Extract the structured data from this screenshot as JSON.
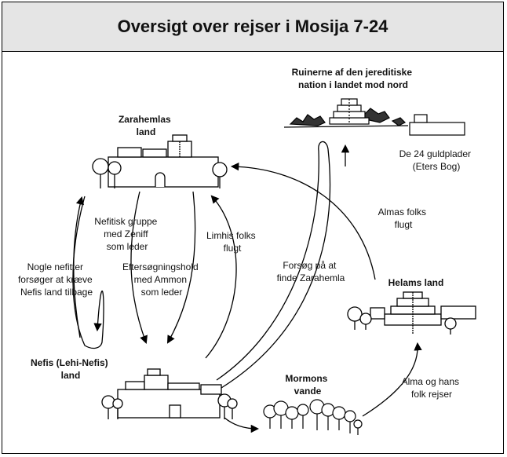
{
  "title": "Oversigt over rejser i Mosija 7-24",
  "places": {
    "ruins": [
      "Ruinerne af den jereditiske",
      "nation i landet mod nord"
    ],
    "zarahemla": [
      "Zarahemlas",
      "land"
    ],
    "nephi": [
      "Nefis (Lehi-Nefis)",
      "land"
    ],
    "helam": [
      "Helams land"
    ],
    "mormon": [
      "Mormons",
      "vande"
    ]
  },
  "journeys": {
    "zeniff": [
      "Nefitisk gruppe",
      "med Zeniff",
      "som leder"
    ],
    "limhi": [
      "Limhis folks",
      "flugt"
    ],
    "reclaim": [
      "Nogle nefitter",
      "forsøger at kræve",
      "Nefis land tilbage"
    ],
    "ammon": [
      "Eftersøgningshold",
      "med Ammon",
      "som leder"
    ],
    "find_zarahemla": [
      "Forsøg på at",
      "finde Zarahemla"
    ],
    "alma_escape": [
      "Almas folks",
      "flugt"
    ],
    "alma_travel": [
      "Alma og hans",
      "folk rejser"
    ]
  },
  "plates": [
    "De 24 guldplader",
    "(Eters Bog)"
  ]
}
